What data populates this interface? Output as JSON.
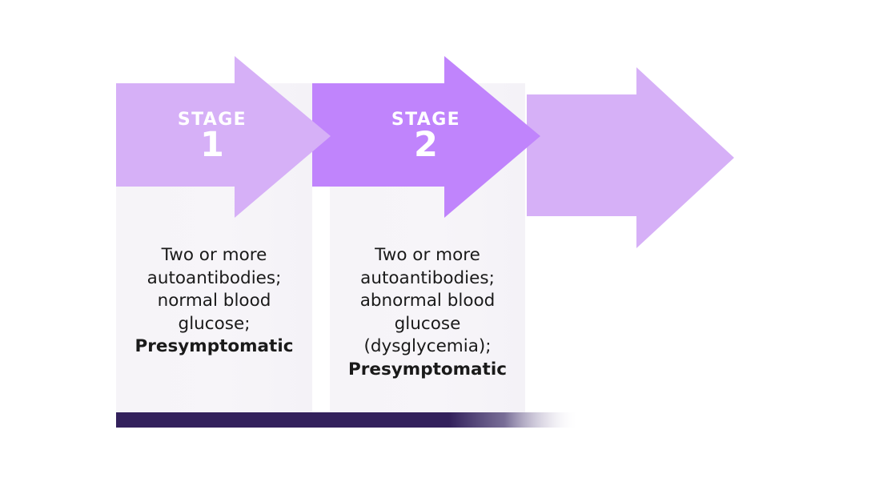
{
  "figure": {
    "type": "process-flow-arrows",
    "background_color": "#ffffff",
    "orientation": "left-to-right"
  },
  "palette": {
    "arrow_light": "#d6b0f7",
    "arrow_medium": "#c084fc",
    "card_background": "#f6f4f8",
    "card_background_alt": "#fbfafc",
    "label_text": "#ffffff",
    "body_text": "#1a1a1a",
    "accent_bar": "#33215c"
  },
  "stages": [
    {
      "id": "stage-1",
      "stage_word": "STAGE",
      "stage_number": "1",
      "arrow_color": "#d6b0f7",
      "body_text": "Two or more\nautoantibodies;\nnormal blood\nglucose;",
      "emphasis_text": "Presymptomatic",
      "card_color": "#f6f4f8"
    },
    {
      "id": "stage-2",
      "stage_word": "STAGE",
      "stage_number": "2",
      "arrow_color": "#c084fc",
      "body_text": "Two or more\nautoantibodies;\nabnormal blood\nglucose\n(dysglycemia);",
      "emphasis_text": "Presymptomatic",
      "card_color": "#f6f4f8"
    },
    {
      "id": "stage-3",
      "stage_word": "",
      "stage_number": "",
      "arrow_color": "#d6b0f7",
      "body_text": "",
      "emphasis_text": "",
      "card_color": ""
    }
  ],
  "accent_bar": {
    "color": "#33215c",
    "fades_to": "#ffffff",
    "fade_direction": "right"
  }
}
